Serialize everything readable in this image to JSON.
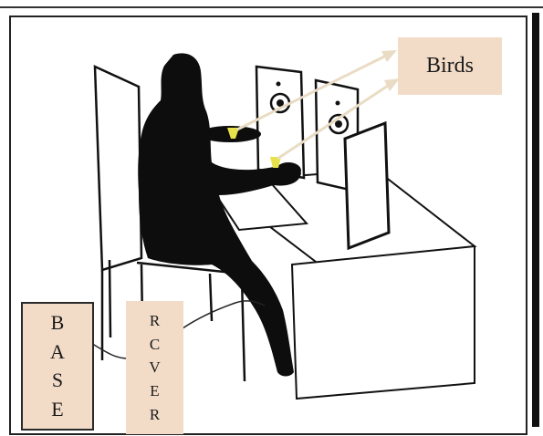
{
  "labels": {
    "birds": "Birds",
    "base": [
      "B",
      "A",
      "S",
      "E"
    ],
    "rcver": [
      "R",
      "C",
      "V",
      "E",
      "R"
    ]
  },
  "colors": {
    "label_fill": "#f2dcc8",
    "silhouette": "#0d0d0d",
    "arrow": "#eadcc4",
    "light": "#e8e24a"
  }
}
